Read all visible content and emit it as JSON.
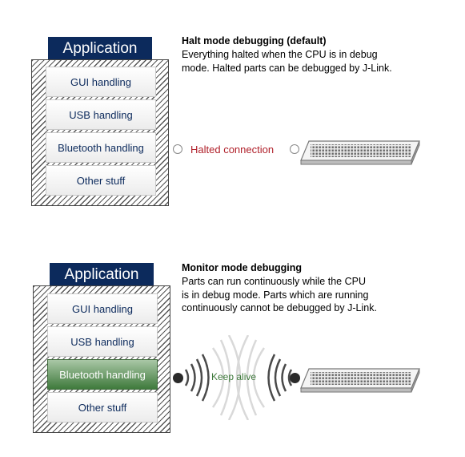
{
  "top": {
    "app_title": "Application",
    "blocks": [
      "GUI handling",
      "USB handling",
      "Bluetooth handling",
      "Other stuff"
    ],
    "heading": "Halt mode debugging (default)",
    "desc_lines": [
      "Everything halted when the CPU is in debug",
      "mode. Halted parts can be debugged by J-Link."
    ],
    "connection_label": "Halted connection"
  },
  "bottom": {
    "app_title": "Application",
    "blocks": [
      "GUI handling",
      "USB handling",
      "Bluetooth handling",
      "Other stuff"
    ],
    "heading": "Monitor mode debugging",
    "desc_lines": [
      "Parts can run continuously while the CPU",
      "is in debug mode. Parts which are running",
      "continuously cannot be debugged by J-Link."
    ],
    "connection_label": "Keep alive",
    "running_block_color": "#3f7a3c"
  },
  "colors": {
    "app_header": "#0c2a5c",
    "halted": "#b0202a",
    "keep_alive": "#3f7a3c"
  }
}
